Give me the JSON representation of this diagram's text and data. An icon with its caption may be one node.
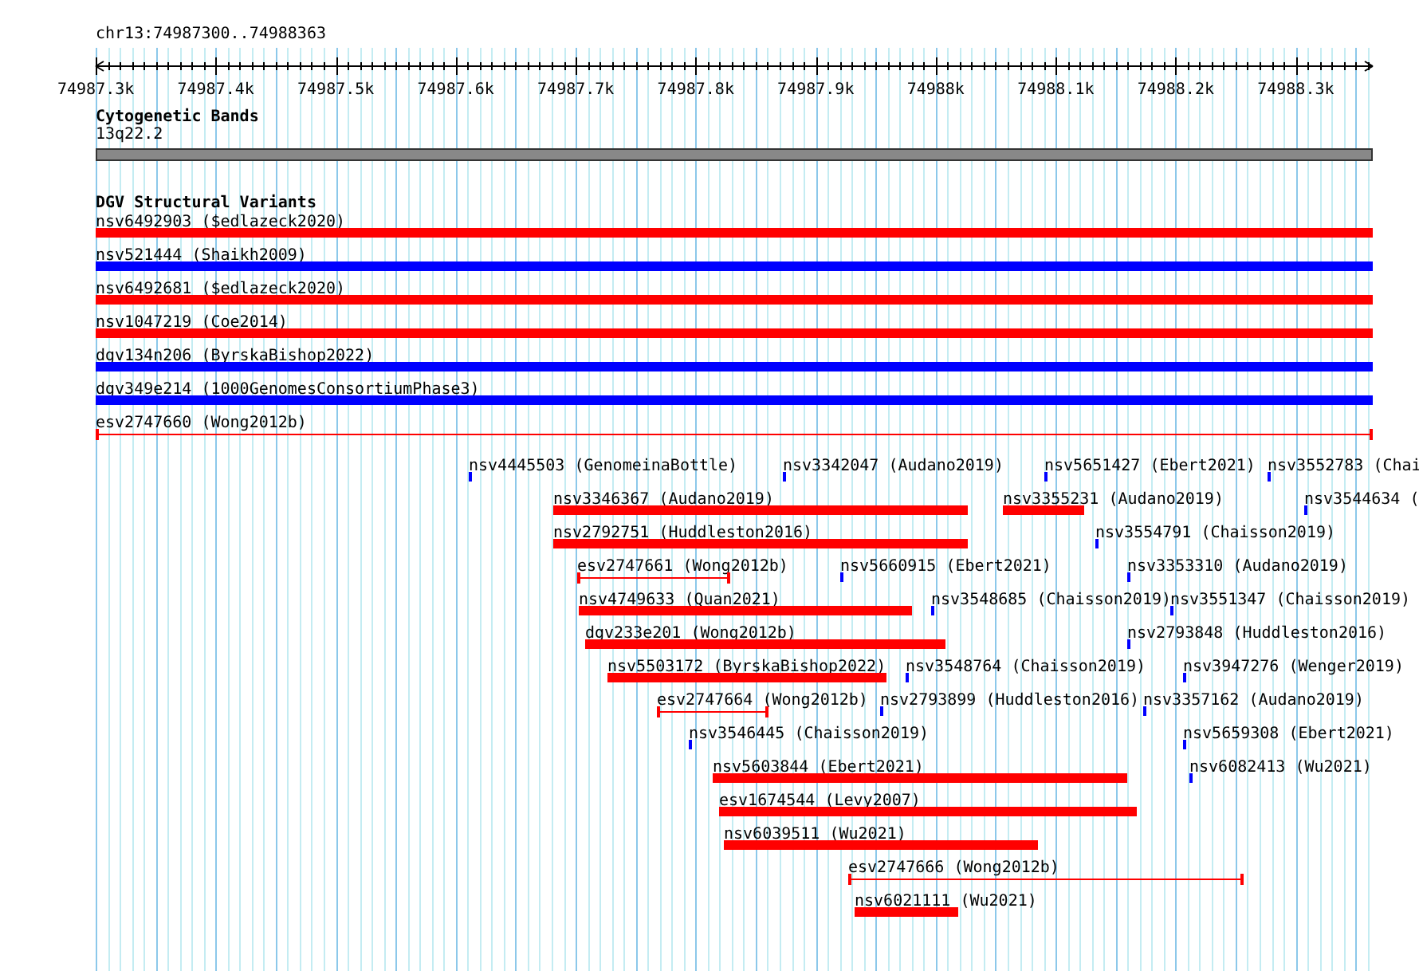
{
  "diagram": {
    "nodes": [
      {
        "text": [
          "13q22.2"
        ]
      },
      {
        "text": [
          "nsv6492903 ($edlazeck2020)"
        ]
      },
      {
        "text": [
          "nsv521444 (Shaikh2009)"
        ]
      },
      {
        "text": [
          "nsv6492681 ($edlazeck2020)"
        ]
      },
      {
        "text": [
          "nsv1047219 (Coe2014)"
        ]
      },
      {
        "text": [
          "dgv134n206 (ByrskaBishop2022)"
        ]
      },
      {
        "text": [
          "dgv349e214 (1000GenomesConsortiumPhase3)"
        ]
      },
      {
        "text": [
          "esv2747660 (Wong2012b)"
        ]
      },
      {
        "text": [
          "nsv4445503 (GenomeinaBottle)"
        ]
      },
      {
        "text": [
          "nsv3342047 (Audano2019)"
        ]
      },
      {
        "text": [
          "nsv5651427 (Ebert2021)"
        ]
      },
      {
        "text": [
          "nsv3552783 (Chai"
        ]
      },
      {
        "text": [
          "nsv3346367 (Audano2019)"
        ]
      },
      {
        "text": [
          "nsv3355231 (Audano2019)"
        ]
      },
      {
        "text": [
          "nsv3544634 ("
        ]
      },
      {
        "text": [
          "nsv2792751 (Huddleston2016)"
        ]
      },
      {
        "text": [
          "nsv3554791 (Chaisson2019)"
        ]
      },
      {
        "text": [
          "esv2747661 (Wong2012b)"
        ]
      },
      {
        "text": [
          "nsv5660915 (Ebert2021)"
        ]
      },
      {
        "text": [
          "nsv3353310 (Audano2019)"
        ]
      },
      {
        "text": [
          "nsv4749633 (Quan2021)"
        ]
      },
      {
        "text": [
          "nsv3548685 (Chaisson2019)"
        ]
      },
      {
        "text": [
          "nsv3551347 (Chaisson2019)"
        ]
      },
      {
        "text": [
          "dgv233e201 (Wong2012b)"
        ]
      },
      {
        "text": [
          "nsv2793848 (Huddleston2016)"
        ]
      },
      {
        "text": [
          "nsv5503172 (ByrskaBishop2022)"
        ]
      },
      {
        "text": [
          "nsv3548764 (Chaisson2019)"
        ]
      },
      {
        "text": [
          "nsv3947276 (Wenger2019)"
        ]
      },
      {
        "text": [
          "esv2747664 (Wong2012b)"
        ]
      },
      {
        "text": [
          "nsv2793899 (Huddleston2016)"
        ]
      },
      {
        "text": [
          "nsv3357162 (Audano2019)"
        ]
      },
      {
        "text": [
          "nsv3546445 (Chaisson2019)"
        ]
      },
      {
        "text": [
          "nsv5659308 (Ebert2021)"
        ]
      },
      {
        "text": [
          "nsv5603844 (Ebert2021)"
        ]
      },
      {
        "text": [
          "nsv6082413 (Wu2021)"
        ]
      },
      {
        "text": [
          "esv1674544 (Levy2007)"
        ]
      },
      {
        "text": [
          "nsv6039511 (Wu2021)"
        ]
      },
      {
        "text": [
          "esv2747666 (Wong2012b)"
        ]
      },
      {
        "text": [
          "nsv6021111 (Wu2021)"
        ]
      }
    ],
    "labels": [
      "chr13:74987300..74988363",
      "74987.3k",
      "74987.4k",
      "74987.5k",
      "74987.6k",
      "74987.7k",
      "74987.8k",
      "74987.9k",
      "74988k",
      "74988.1k",
      "74988.2k",
      "74988.3k",
      "Cytogenetic Bands",
      "DGV Structural Variants"
    ]
  }
}
